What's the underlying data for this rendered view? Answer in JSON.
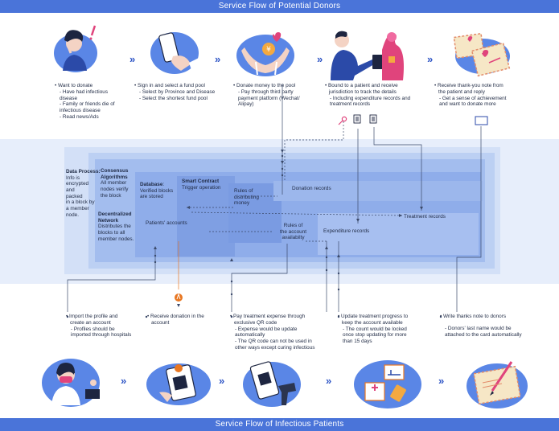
{
  "banners": {
    "top": "Service Flow of Potential Donors",
    "bottom": "Service Flow of Infectious Patients"
  },
  "icons": {
    "donor_step_1": "thinking-person-icon",
    "donor_step_2": "smartphone-hand-icon",
    "donor_step_3": "hands-giving-coin-icon",
    "donor_step_4": "patient-binding-icon",
    "donor_step_5": "thank-you-card-icon",
    "patient_step_1": "doctor-headset-icon",
    "patient_step_2": "qr-payment-icon",
    "patient_step_3": "qr-scanner-icon",
    "patient_step_4": "hospital-treatment-icon",
    "patient_step_5": "thanks-card-icon",
    "chevron": "chevron-right-icon"
  },
  "colors": {
    "banner": "#4a74d9",
    "accent": "#2f56c6",
    "band": "#e7eefb",
    "layer": "#8fadea",
    "line": "#3b4a6b",
    "highlight": "#e87722",
    "pink": "#e0447c"
  },
  "chevron_text": "»",
  "donor_steps": [
    {
      "title": "• Want to donate",
      "details": [
        "- Have had infectious",
        "disease",
        "- Family or friends die of",
        "infectious disease",
        "- Read news/Ads"
      ]
    },
    {
      "title": "• Sign in and select a fund pool",
      "details": [
        "- Select by Province and Disease",
        "- Select the shortest fund pool"
      ]
    },
    {
      "title": "• Donate money to the pool",
      "details": [
        "- Pay through third party",
        "payment platform (Wechat/",
        "Alipay)"
      ]
    },
    {
      "title": "• Bound to a patient and receive",
      "title2": "jurisdiction to track the details",
      "details": [
        "- Including expenditure records and",
        "treatment records"
      ]
    },
    {
      "title": "• Receive thank-you note from",
      "title2": "the patient and reply",
      "details": [
        "- Get a sense of achievement",
        "and want  to donate more"
      ]
    }
  ],
  "patient_steps": [
    {
      "title": "• Import the profile and",
      "title2": "create an account",
      "details": [
        "- Profiles should be",
        "imported through hospitals"
      ]
    },
    {
      "title": "• Receive donation in the",
      "title2": "account",
      "details": []
    },
    {
      "title": "• Pay treatment expense through",
      "title2": "exclusive QR code",
      "details": [
        "- Expense would be update",
        "automatically",
        "- The QR code can not be used in",
        "other ways except curing infectious"
      ]
    },
    {
      "title": "• Update treatment progress to",
      "title2": "keep the account available",
      "details": [
        "- The count would be locked",
        "once stop updating for more",
        "than 15 days"
      ]
    },
    {
      "title": "• Write thanks note to donors",
      "details": [
        "- Donors' last name would be",
        "attached to the card automatically"
      ]
    }
  ],
  "blockchain": {
    "data_process_title": "Data Process:",
    "data_process_text": [
      "Info is",
      "encrypted",
      "and",
      "packed",
      "in a block by",
      "a member",
      "node."
    ],
    "consensus_title": [
      "Consensus",
      "Algorithms"
    ],
    "consensus_text": [
      "All member",
      "nodes verify",
      "the block"
    ],
    "decentralized_title": [
      "Decentralized",
      "Network"
    ],
    "decentralized_text": [
      "Distributes the",
      "blocks to all",
      "member nodes."
    ],
    "database_title": "Database",
    "database_text": [
      "Verified blocks",
      "are stored"
    ],
    "smart_contract_title": "Smart Contract",
    "smart_contract_text": "Trigger operation",
    "rules_distributing": [
      "Rules of",
      "distributing",
      "money"
    ],
    "donation_records": "Donation records",
    "patients_accounts": "Patients' accounts",
    "rules_availability": [
      "Rules of",
      "the account",
      "availabilty"
    ],
    "expenditure_records": "Expenditure records",
    "treatment_records": "Treatment records"
  }
}
